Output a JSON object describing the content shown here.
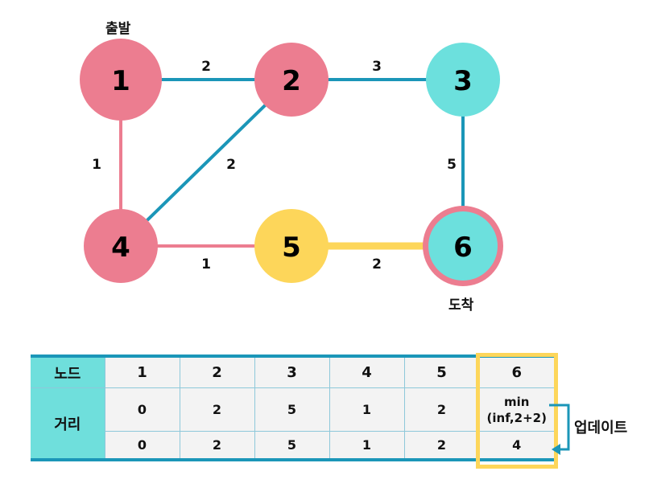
{
  "graph": {
    "start_label": "출발",
    "end_label": "도착",
    "nodes": [
      {
        "id": "1",
        "color": "#ec7d90"
      },
      {
        "id": "2",
        "color": "#ec7d90"
      },
      {
        "id": "3",
        "color": "#6ce0dd"
      },
      {
        "id": "4",
        "color": "#ec7d90"
      },
      {
        "id": "5",
        "color": "#fdd65a"
      },
      {
        "id": "6",
        "color": "#6ce0dd",
        "ring_color": "#ec7d90"
      }
    ],
    "edges": [
      {
        "from": "1",
        "to": "2",
        "weight": "2",
        "color": "#1b96b8"
      },
      {
        "from": "2",
        "to": "3",
        "weight": "3",
        "color": "#1b96b8"
      },
      {
        "from": "1",
        "to": "4",
        "weight": "1",
        "color": "#ec7d90"
      },
      {
        "from": "4",
        "to": "2",
        "weight": "2",
        "color": "#1b96b8"
      },
      {
        "from": "3",
        "to": "6",
        "weight": "5",
        "color": "#1b96b8"
      },
      {
        "from": "4",
        "to": "5",
        "weight": "1",
        "color": "#ec7d90"
      },
      {
        "from": "5",
        "to": "6",
        "weight": "2",
        "color": "#fdd65a"
      }
    ]
  },
  "table": {
    "node_header": "노드",
    "distance_header": "거리",
    "node_ids": [
      "1",
      "2",
      "3",
      "4",
      "5",
      "6"
    ],
    "row_before": [
      "0",
      "2",
      "5",
      "1",
      "2"
    ],
    "min_line1": "min",
    "min_line2": "(inf,2+2)",
    "row_after": [
      "0",
      "2",
      "5",
      "1",
      "2",
      "4"
    ]
  },
  "update_label": "업데이트",
  "colors": {
    "accent_blue": "#1b96b8",
    "pink": "#ec7d90",
    "teal": "#6ce0dd",
    "yellow": "#fdd65a",
    "header_teal": "#6fdfdc"
  }
}
